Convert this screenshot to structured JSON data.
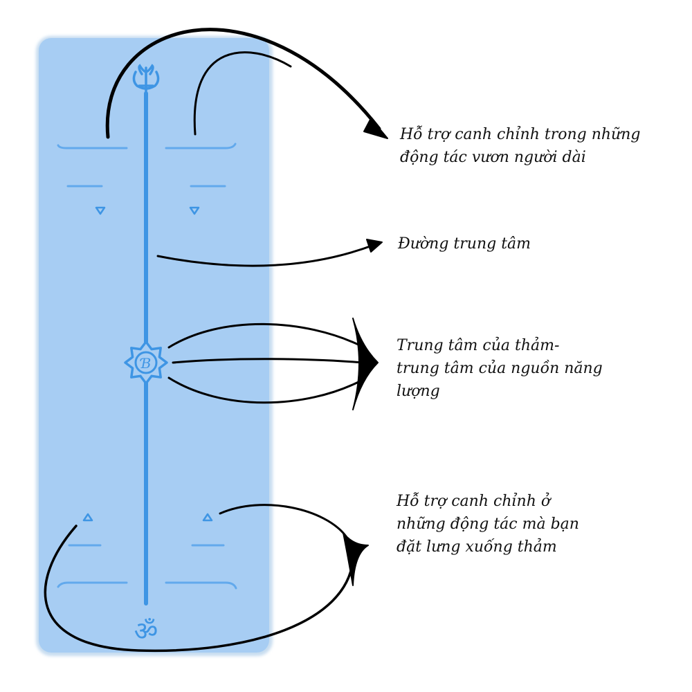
{
  "colors": {
    "mat_fill": "#a7cdf3",
    "mat_edge": "#c8ddf0",
    "guide_line": "#3e95e4",
    "guide_line_light": "#62a9ec",
    "arrow": "#000000",
    "text": "#111111"
  },
  "icons": {
    "top": "trident-icon",
    "center": "flower-emblem-icon",
    "bottom": "om-icon"
  },
  "labels": {
    "stretch": {
      "line1": "Hỗ trợ canh chỉnh trong những",
      "line2": "động tác vươn người dài"
    },
    "center_line": {
      "line1": "Đường trung tâm"
    },
    "mat_center": {
      "line1": "Trung tâm của thảm-",
      "line2": "trung tâm của nguồn năng",
      "line3": "lượng"
    },
    "lying": {
      "line1": "Hỗ trợ canh chỉnh ở",
      "line2": "những động tác mà bạn",
      "line3": "đặt lưng xuống thảm"
    }
  },
  "emblem_letter": "Ɓ",
  "om_glyph": "ॐ"
}
